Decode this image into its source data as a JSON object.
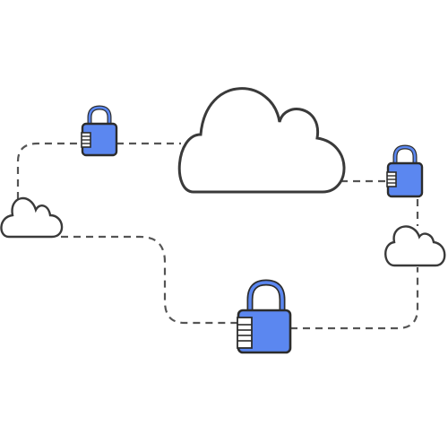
{
  "diagram": {
    "description_free": true,
    "colors": {
      "background": "#ffffff",
      "outline": "#3a3a3a",
      "cloud_fill": "#ffffff",
      "lock_body": "#5b87f0",
      "lock_outline": "#2c2c2c",
      "dial_fill": "#ffffff",
      "connector": "#555555"
    },
    "nodes": [
      {
        "id": "cloud-main",
        "icon": "cloud-icon"
      },
      {
        "id": "cloud-left",
        "icon": "cloud-icon"
      },
      {
        "id": "cloud-right",
        "icon": "cloud-icon"
      },
      {
        "id": "lock-top-left",
        "icon": "padlock-icon"
      },
      {
        "id": "lock-right",
        "icon": "padlock-icon"
      },
      {
        "id": "lock-bottom",
        "icon": "padlock-icon"
      }
    ],
    "connections": [
      {
        "from": "cloud-left",
        "via": "lock-top-left",
        "to": "cloud-main",
        "style": "dashed"
      },
      {
        "from": "cloud-main",
        "via": "lock-right",
        "to": "cloud-right",
        "style": "dashed"
      },
      {
        "from": "cloud-left",
        "via": "lock-bottom",
        "to": "cloud-right",
        "style": "dashed"
      }
    ]
  }
}
